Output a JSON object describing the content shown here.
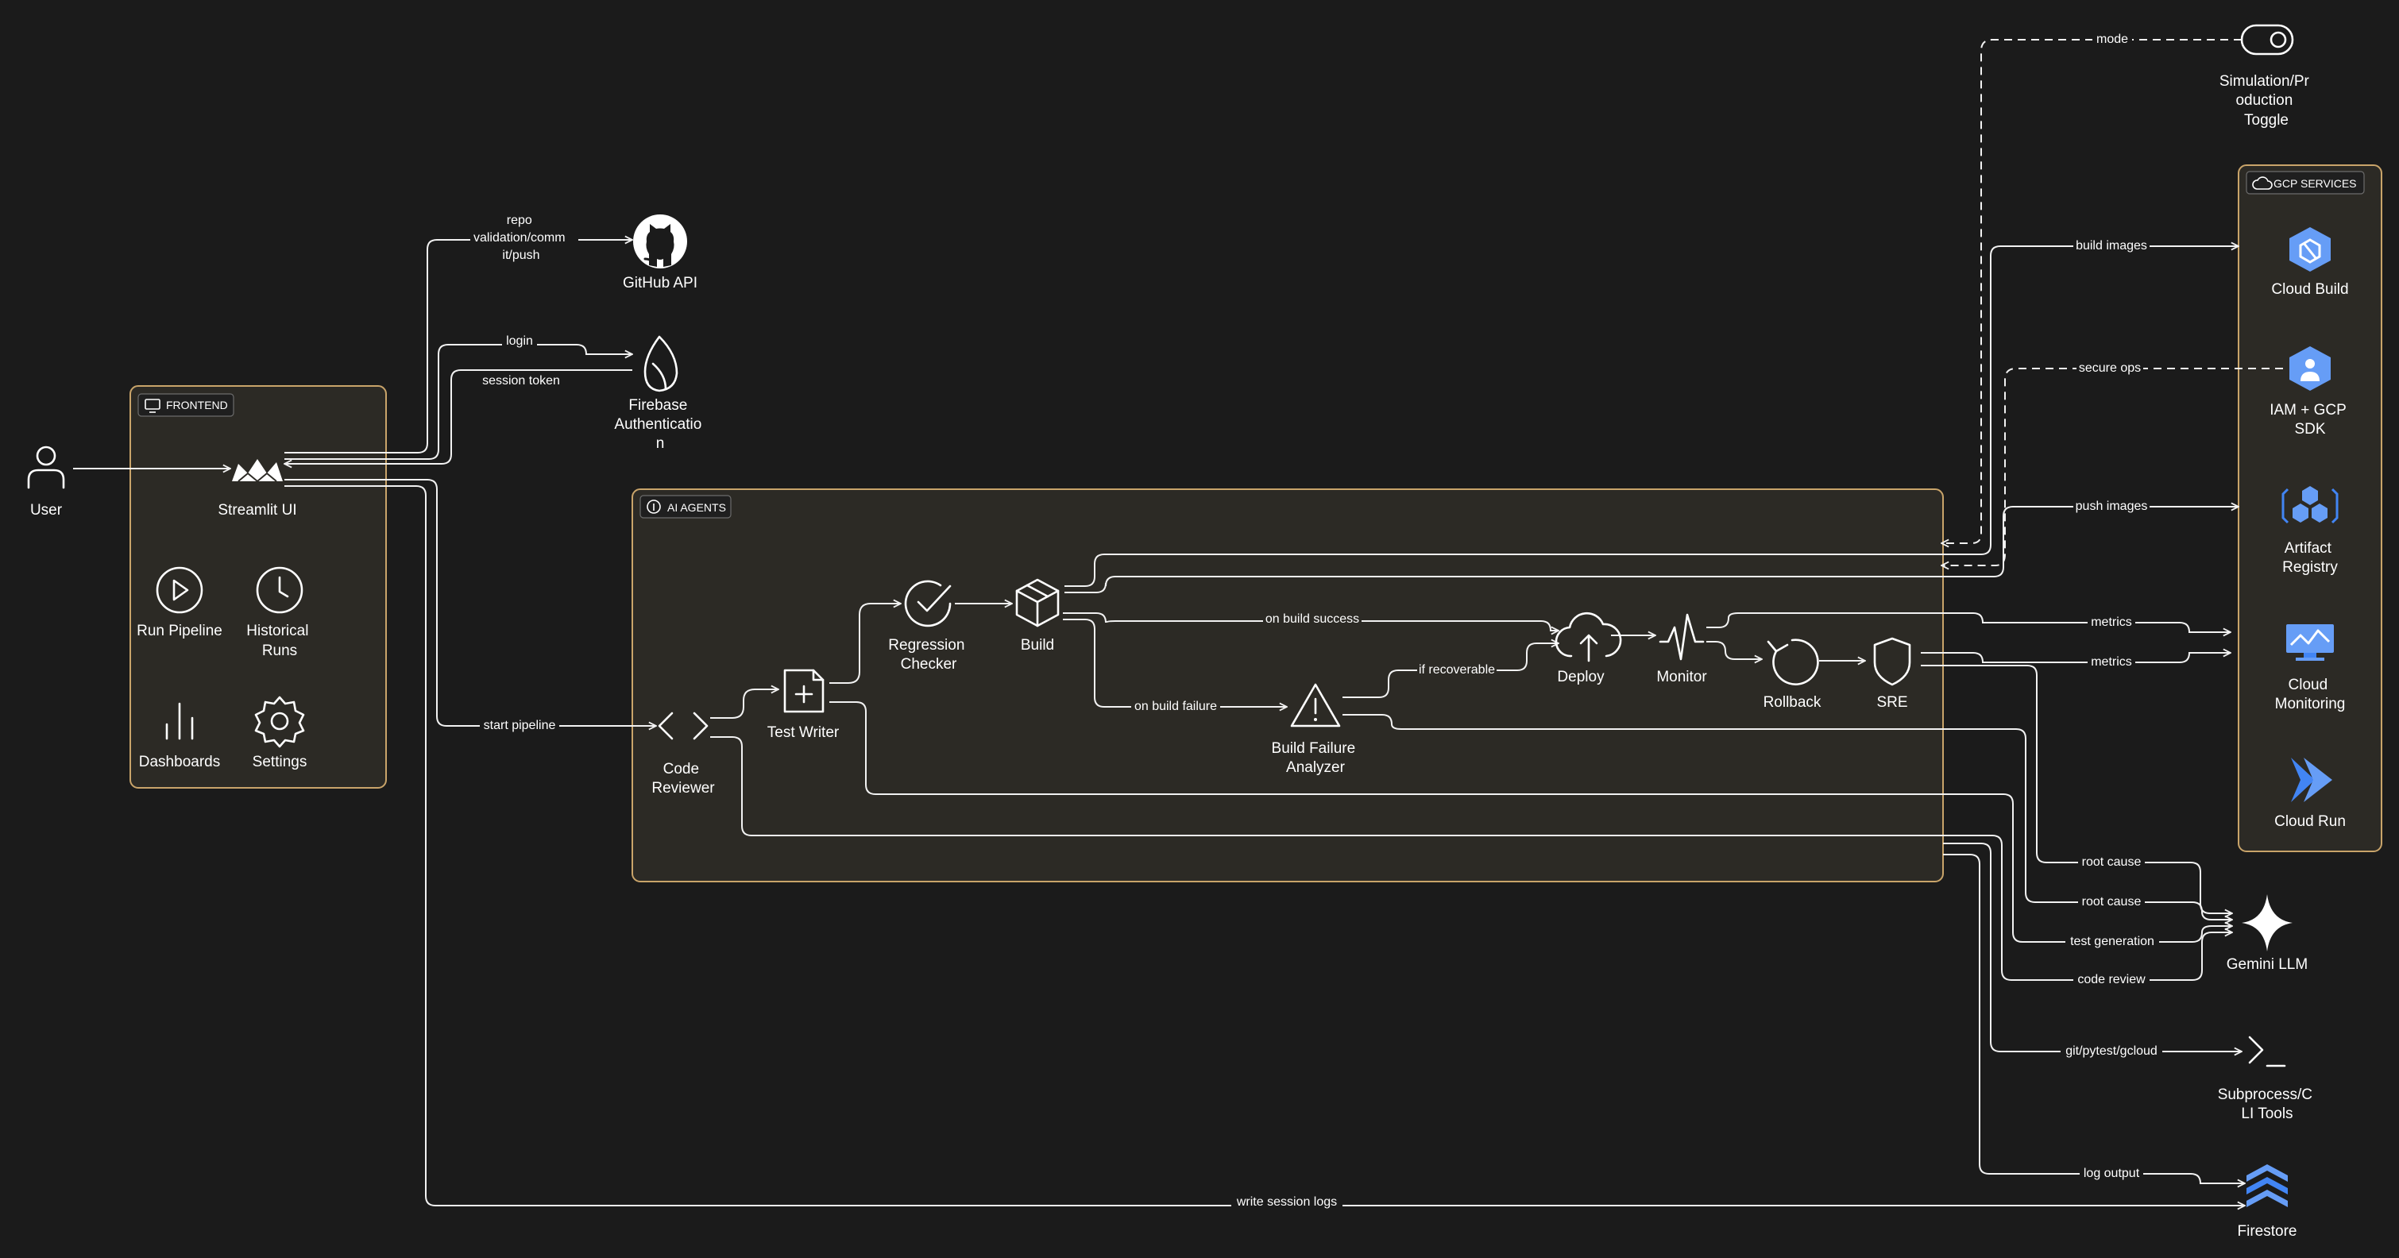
{
  "groups": {
    "frontend": "FRONTEND",
    "ai_agents": "AI AGENTS",
    "gcp_services": "GCP SERVICES"
  },
  "nodes": {
    "user": "User",
    "streamlit": "Streamlit UI",
    "run_pipeline": "Run Pipeline",
    "historical_runs": [
      "Historical",
      "Runs"
    ],
    "dashboards": "Dashboards",
    "settings": "Settings",
    "github": "GitHub API",
    "firebase_auth": [
      "Firebase",
      "Authenticatio",
      "n"
    ],
    "code_reviewer": [
      "Code",
      "Reviewer"
    ],
    "test_writer": "Test Writer",
    "regression_checker": [
      "Regression",
      "Checker"
    ],
    "build": "Build",
    "build_failure_analyzer": [
      "Build Failure",
      "Analyzer"
    ],
    "deploy": "Deploy",
    "monitor": "Monitor",
    "rollback": "Rollback",
    "sre": "SRE",
    "toggle": [
      "Simulation/Pr",
      "oduction",
      "Toggle"
    ],
    "cloud_build": "Cloud Build",
    "iam": [
      "IAM + GCP",
      "SDK"
    ],
    "artifact_registry": [
      "Artifact",
      "Registry"
    ],
    "cloud_monitoring": [
      "Cloud",
      "Monitoring"
    ],
    "cloud_run": "Cloud Run",
    "gemini": "Gemini LLM",
    "subprocess": [
      "Subprocess/C",
      "LI Tools"
    ],
    "firestore": "Firestore"
  },
  "edges": {
    "repo": [
      "repo",
      "validation/comm",
      "it/push"
    ],
    "login": "login",
    "session_token": "session token",
    "start_pipeline": "start pipeline",
    "on_build_success": "on build success",
    "on_build_failure": "on build failure",
    "if_recoverable": "if recoverable",
    "mode": "mode",
    "build_images": "build images",
    "secure_ops": "secure ops",
    "push_images": "push images",
    "metrics_1": "metrics",
    "metrics_2": "metrics",
    "root_cause_1": "root cause",
    "root_cause_2": "root cause",
    "test_generation": "test generation",
    "code_review": "code review",
    "git_tools": "git/pytest/gcloud",
    "log_output": "log output",
    "write_session_logs": "write session logs"
  },
  "icons": {
    "user": "user-icon",
    "streamlit": "streamlit-crown-icon",
    "run_pipeline": "play-circle-icon",
    "historical_runs": "clock-icon",
    "dashboards": "bar-chart-icon",
    "settings": "gear-icon",
    "github": "github-icon",
    "firebase": "firebase-flame-icon",
    "code_reviewer": "code-brackets-icon",
    "test_writer": "file-plus-icon",
    "regression_checker": "check-circle-icon",
    "build": "package-box-icon",
    "build_failure_analyzer": "warning-triangle-icon",
    "deploy": "cloud-upload-icon",
    "monitor": "pulse-icon",
    "rollback": "rotate-ccw-icon",
    "sre": "shield-icon",
    "toggle": "toggle-icon",
    "cloud_build": "cloud-build-hexagon-icon",
    "iam": "iam-hexagon-icon",
    "artifact_registry": "artifact-registry-icon",
    "cloud_monitoring": "cloud-monitoring-icon",
    "cloud_run": "cloud-run-icon",
    "gemini": "gemini-sparkle-icon",
    "subprocess": "terminal-icon",
    "firestore": "firestore-icon"
  },
  "colors": {
    "background": "#1b1b1b",
    "group_fill": "#2c2a25",
    "group_border": "#c9a46a",
    "edge": "#f2f2f2",
    "text": "#ffffff",
    "gcp_blue": "#669df6",
    "gcp_blue_dark": "#4285f4"
  }
}
